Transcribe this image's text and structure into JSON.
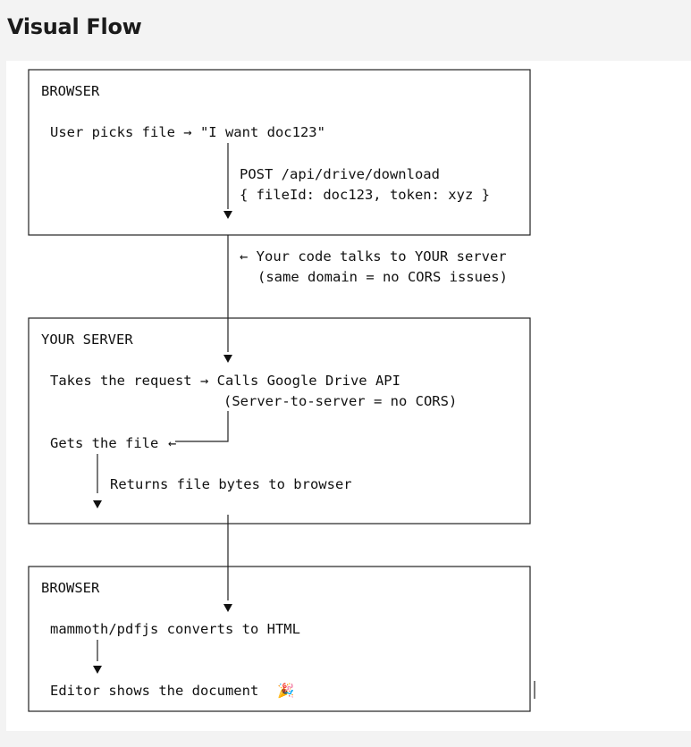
{
  "heading": "Visual Flow",
  "box1": {
    "title": "BROWSER",
    "line1": "User picks file → \"I want doc123\"",
    "req1": "POST /api/drive/download",
    "req2": "{ fileId: doc123, token: xyz }"
  },
  "note": {
    "line1": "← Your code talks to YOUR server",
    "line2": "(same domain = no CORS issues)"
  },
  "box2": {
    "title": "YOUR SERVER",
    "line1": "Takes the request → Calls Google Drive API",
    "line2": "(Server-to-server = no CORS)",
    "line3": "Gets the file",
    "line4": "Returns file bytes to browser"
  },
  "box3": {
    "title": "BROWSER",
    "line1": "mammoth/pdfjs converts to HTML",
    "line2": "Editor shows the document",
    "emoji": "🎉"
  }
}
